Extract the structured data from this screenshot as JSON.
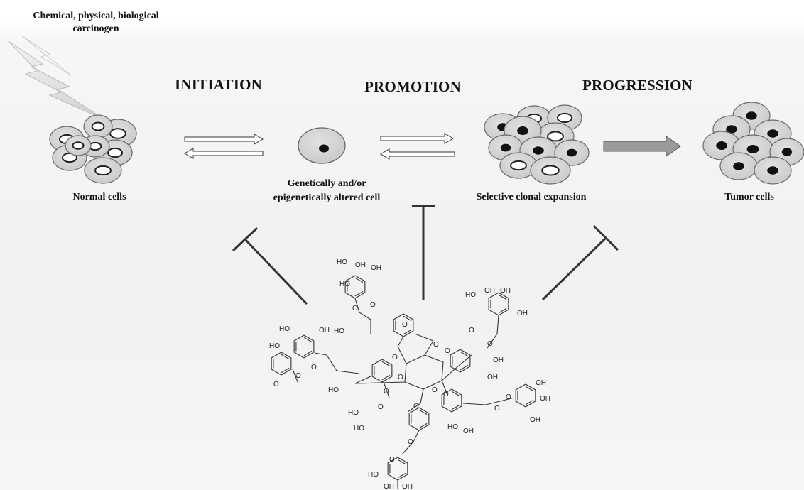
{
  "carcinogen": {
    "line1": "Chemical, physical, biological",
    "line2": "carcinogen"
  },
  "stages": {
    "initiation": "INITIATION",
    "promotion": "PROMOTION",
    "progression": "PROGRESSION"
  },
  "cells": {
    "normal": "Normal cells",
    "altered_line1": "Genetically and/or",
    "altered_line2": "epigenetically altered cell",
    "clonal": "Selective clonal expansion",
    "tumor": "Tumor cells"
  },
  "molecule": {
    "oh": "OH",
    "ho": "HO",
    "o": "O"
  },
  "colors": {
    "cell_fill": "#d6d6d6",
    "cell_stroke": "#6a6a6a",
    "nucleus_dark": "#111111",
    "nucleus_light": "#ffffff",
    "progression_arrow": "#9a9a9a",
    "inhibitor": "#333333"
  }
}
